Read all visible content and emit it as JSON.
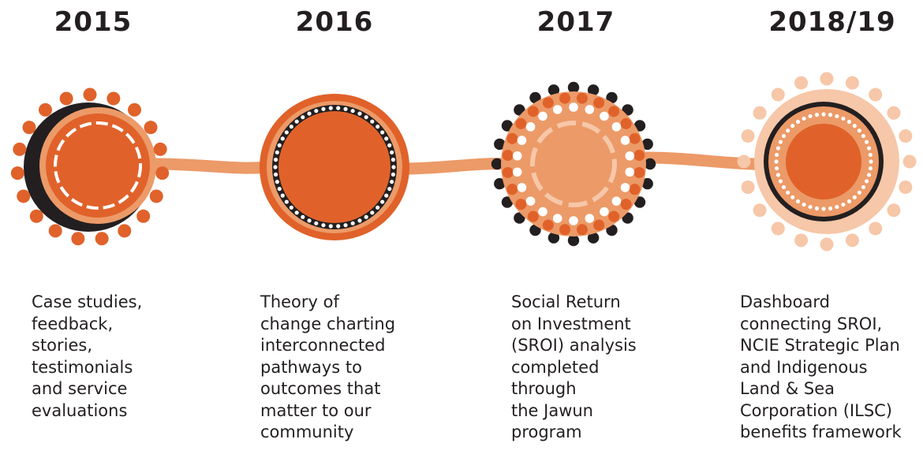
{
  "colors": {
    "dark_orange": "#e0622a",
    "mid_orange": "#ec9a68",
    "light_orange": "#f6c7a8",
    "black": "#231f20",
    "white": "#ffffff"
  },
  "milestones": [
    {
      "year": "2015",
      "description": "Case studies,\nfeedback,\nstories,\ntestimonials\nand service\nevaluations"
    },
    {
      "year": "2016",
      "description": "Theory of\nchange charting\ninterconnected\npathways to\noutcomes that\nmatter to our\ncommunity"
    },
    {
      "year": "2017",
      "description": "Social Return\non Investment\n(SROI) analysis\ncompleted\nthrough\nthe Jawun\nprogram"
    },
    {
      "year": "2018/19",
      "description": "Dashboard\nconnecting SROI,\nNCIE Strategic Plan\nand Indigenous\nLand & Sea\nCorporation (ILSC)\nbenefits framework"
    }
  ]
}
